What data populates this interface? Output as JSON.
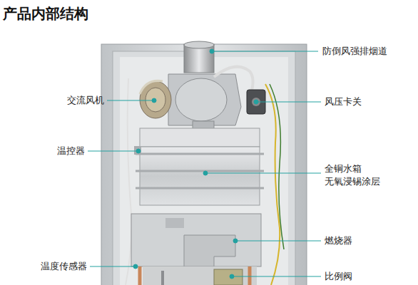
{
  "diagram": {
    "title": "产品内部结构",
    "labels": [
      "防倒风强排烟道",
      "交流风机",
      "风压卡关",
      "温控器",
      "全铜水箱 无氧浸锡涂层",
      "燃烧器",
      "温度传感器",
      "比例阀"
    ]
  }
}
